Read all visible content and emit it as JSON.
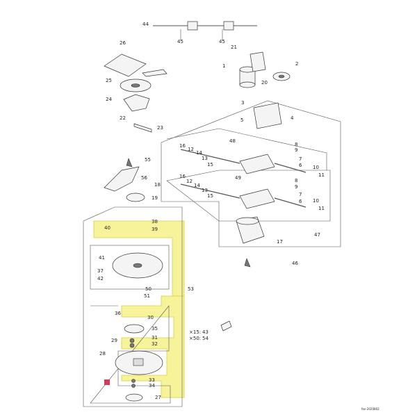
{
  "diagram": {
    "callouts": [
      {
        "id": "c44",
        "text": "44"
      },
      {
        "id": "c45a",
        "text": "45"
      },
      {
        "id": "c45b",
        "text": "45"
      },
      {
        "id": "c26",
        "text": "26"
      },
      {
        "id": "c21",
        "text": "21"
      },
      {
        "id": "c1",
        "text": "1"
      },
      {
        "id": "c2",
        "text": "2"
      },
      {
        "id": "c24",
        "text": "24"
      },
      {
        "id": "c25",
        "text": "25"
      },
      {
        "id": "c20",
        "text": "20"
      },
      {
        "id": "c3",
        "text": "3"
      },
      {
        "id": "c22",
        "text": "22"
      },
      {
        "id": "c23",
        "text": "23"
      },
      {
        "id": "c5",
        "text": "5"
      },
      {
        "id": "c4",
        "text": "4"
      },
      {
        "id": "c55",
        "text": "55"
      },
      {
        "id": "c56",
        "text": "56"
      },
      {
        "id": "c18",
        "text": "18"
      },
      {
        "id": "c19",
        "text": "19"
      },
      {
        "id": "c48",
        "text": "48"
      },
      {
        "id": "c16a",
        "text": "16"
      },
      {
        "id": "c12a",
        "text": "12"
      },
      {
        "id": "c14a",
        "text": "14"
      },
      {
        "id": "c13a",
        "text": "13"
      },
      {
        "id": "c15a",
        "text": "15"
      },
      {
        "id": "c8a",
        "text": "8"
      },
      {
        "id": "c9a",
        "text": "9"
      },
      {
        "id": "c7a",
        "text": "7"
      },
      {
        "id": "c6a",
        "text": "6"
      },
      {
        "id": "c10a",
        "text": "10"
      },
      {
        "id": "c11a",
        "text": "11"
      },
      {
        "id": "c16b",
        "text": "16"
      },
      {
        "id": "c12b",
        "text": "12"
      },
      {
        "id": "c14b",
        "text": "14"
      },
      {
        "id": "c13b",
        "text": "13"
      },
      {
        "id": "c15b",
        "text": "15"
      },
      {
        "id": "c49",
        "text": "49"
      },
      {
        "id": "c8b",
        "text": "8"
      },
      {
        "id": "c9b",
        "text": "9"
      },
      {
        "id": "c7b",
        "text": "7"
      },
      {
        "id": "c6b",
        "text": "6"
      },
      {
        "id": "c10b",
        "text": "10"
      },
      {
        "id": "c11b",
        "text": "11"
      },
      {
        "id": "c47",
        "text": "47"
      },
      {
        "id": "c17",
        "text": "17"
      },
      {
        "id": "c46",
        "text": "46"
      },
      {
        "id": "c40",
        "text": "40"
      },
      {
        "id": "c38",
        "text": "38"
      },
      {
        "id": "c39",
        "text": "39"
      },
      {
        "id": "c41",
        "text": "41"
      },
      {
        "id": "c37",
        "text": "37"
      },
      {
        "id": "c42",
        "text": "42"
      },
      {
        "id": "c50",
        "text": "50"
      },
      {
        "id": "c53",
        "text": "53"
      },
      {
        "id": "c51",
        "text": "51"
      },
      {
        "id": "c30",
        "text": "30"
      },
      {
        "id": "c36",
        "text": "36"
      },
      {
        "id": "c35",
        "text": "35"
      },
      {
        "id": "c31",
        "text": "31"
      },
      {
        "id": "c32",
        "text": "32"
      },
      {
        "id": "c29",
        "text": "29"
      },
      {
        "id": "c28",
        "text": "28"
      },
      {
        "id": "c33",
        "text": "33"
      },
      {
        "id": "c34",
        "text": "34"
      },
      {
        "id": "c27",
        "text": "27"
      },
      {
        "id": "c43",
        "text": "43"
      },
      {
        "id": "c54",
        "text": "54"
      }
    ],
    "qty": [
      {
        "id": "q15",
        "text": "×15:"
      },
      {
        "id": "q50",
        "text": "×50:"
      }
    ],
    "footer_code": "fan-2020802",
    "colors": {
      "highlight": "#f7f39a",
      "highlight_border": "#d8cf3a",
      "marker": "#d23a56"
    }
  }
}
